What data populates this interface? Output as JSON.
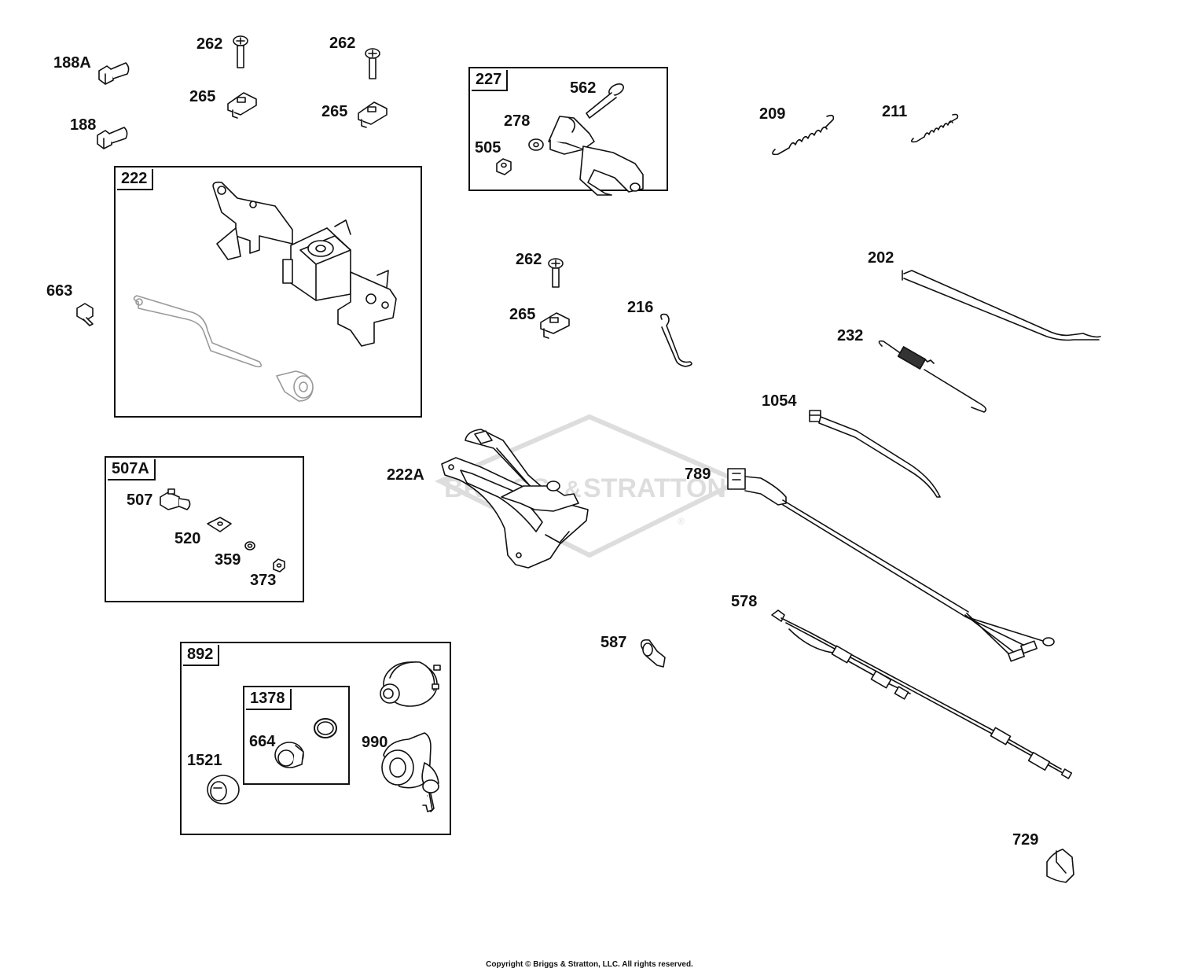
{
  "labels": {
    "l188a": "188A",
    "l188": "188",
    "l262a": "262",
    "l262b": "262",
    "l262c": "262",
    "l265a": "265",
    "l265b": "265",
    "l265c": "265",
    "l663": "663",
    "l562": "562",
    "l278": "278",
    "l505": "505",
    "l209": "209",
    "l211": "211",
    "l202": "202",
    "l216": "216",
    "l232": "232",
    "l1054": "1054",
    "l222a": "222A",
    "l789": "789",
    "l507": "507",
    "l520": "520",
    "l359": "359",
    "l373": "373",
    "l578": "578",
    "l587": "587",
    "l664": "664",
    "l990": "990",
    "l1521": "1521",
    "l729": "729"
  },
  "kit_tags": {
    "k222": "222",
    "k227": "227",
    "k507a": "507A",
    "k892": "892",
    "k1378": "1378"
  },
  "watermark": {
    "left": "BRIGGS",
    "amp": "&",
    "right": "STRATTON",
    "reg": "®"
  },
  "copyright": "Copyright © Briggs & Stratton, LLC. All rights reserved."
}
